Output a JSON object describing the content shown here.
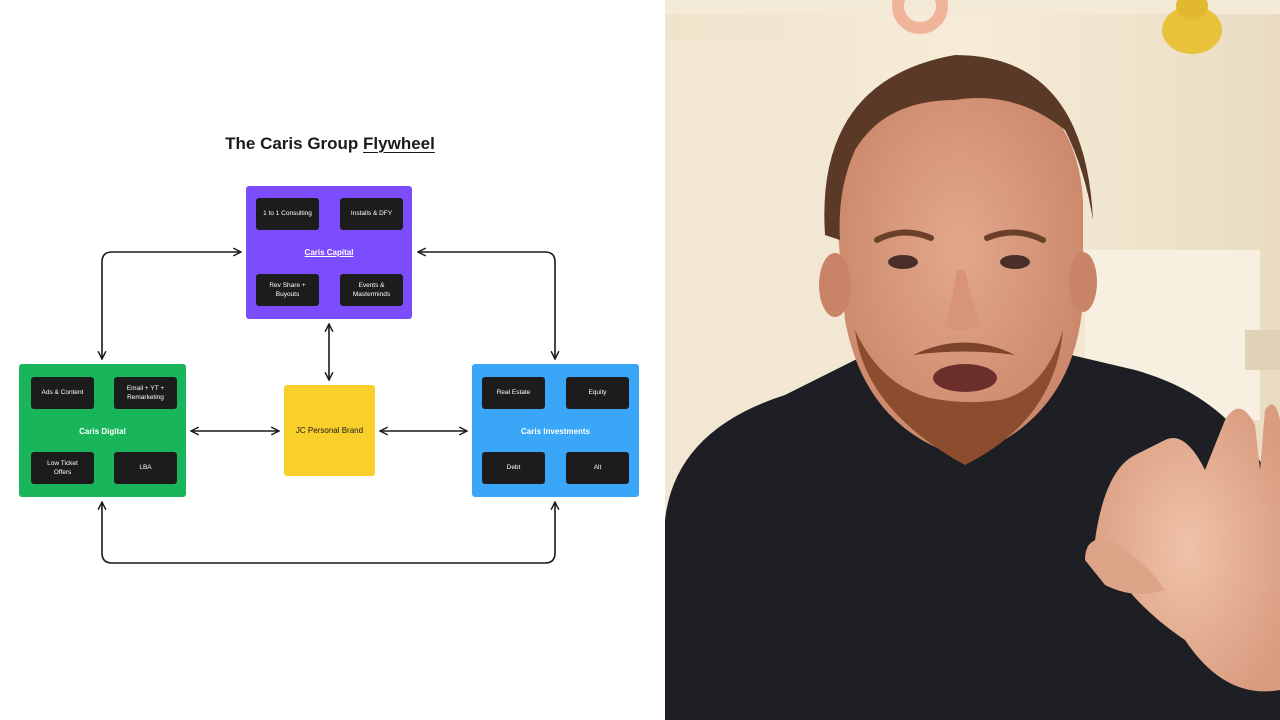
{
  "diagram": {
    "title_main": "The Caris Group ",
    "title_accent": "Flywheel",
    "capital": {
      "label": "Caris Capital",
      "color": "#7c4dff",
      "items": [
        "1 to 1 Consulting",
        "Installs & DFY",
        "Rev Share +\nBuyouts",
        "Events &\nMasterminds"
      ]
    },
    "digital": {
      "label": "Caris Digital",
      "color": "#18b55a",
      "items": [
        "Ads & Content",
        "Email + YT +\nRemarketing",
        "Low Ticket\nOffers",
        "LBA"
      ]
    },
    "investments": {
      "label": "Caris Investments",
      "color": "#3aa6f7",
      "items": [
        "Real Estate",
        "Equity",
        "Debt",
        "Alt"
      ]
    },
    "personal_brand": {
      "label": "JC Personal Brand",
      "color": "#f9cf2b"
    }
  }
}
